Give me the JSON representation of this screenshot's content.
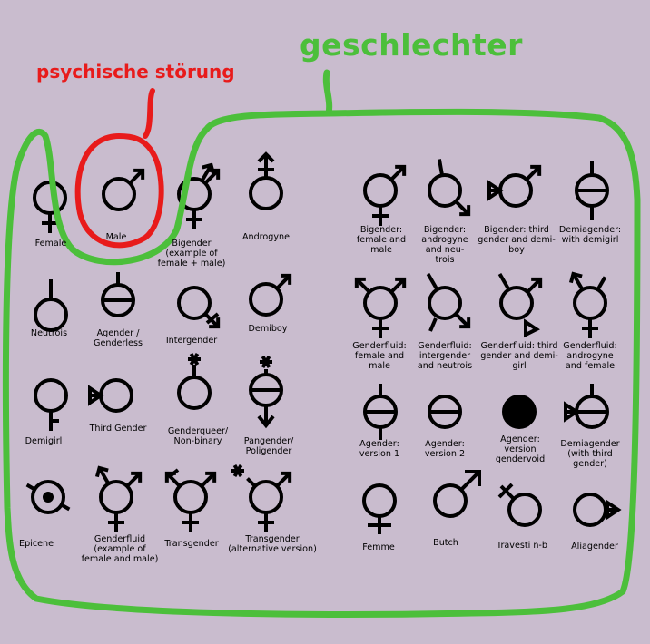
{
  "annotations": {
    "green_title": "geschlechter",
    "red_title": "psychische störung",
    "green_color": "#4cbf3b",
    "red_color": "#e81b1b"
  },
  "symbols": [
    {
      "id": "female",
      "label": "Female",
      "icon": "female-icon"
    },
    {
      "id": "male",
      "label": "Male",
      "icon": "male-icon"
    },
    {
      "id": "bigender-example",
      "label": "Bigender\n(example of\nfemale + male)",
      "icon": "bigender-icon"
    },
    {
      "id": "androgyne",
      "label": "Androgyne",
      "icon": "androgyne-icon"
    },
    {
      "id": "bigender-female-male",
      "label": "Bigender:\nfemale and\nmale",
      "icon": "bigender-female-male-icon"
    },
    {
      "id": "bigender-androgyne-neutrois",
      "label": "Bigender:\nandrogyne\nand neu-\ntrois",
      "icon": "bigender-androgyne-neutrois-icon"
    },
    {
      "id": "bigender-third-demiboy",
      "label": "Bigender: third\ngender and demi-\nboy",
      "icon": "bigender-third-demiboy-icon"
    },
    {
      "id": "demiagender-demigirl",
      "label": "Demiagender:\nwith demigirl",
      "icon": "demiagender-demigirl-icon"
    },
    {
      "id": "neutrois",
      "label": "Neutrois",
      "icon": "neutrois-icon"
    },
    {
      "id": "agender",
      "label": "Agender /\nGenderless",
      "icon": "agender-icon"
    },
    {
      "id": "intergender",
      "label": "Intergender",
      "icon": "intergender-icon"
    },
    {
      "id": "demiboy",
      "label": "Demiboy",
      "icon": "demiboy-icon"
    },
    {
      "id": "genderfluid-female-male",
      "label": "Genderfluid:\nfemale and\nmale",
      "icon": "genderfluid-female-male-icon"
    },
    {
      "id": "genderfluid-intergender-neutrois",
      "label": "Genderfluid:\nintergender\nand neutrois",
      "icon": "genderfluid-intergender-neutrois-icon"
    },
    {
      "id": "genderfluid-third-demigirl",
      "label": "Genderfluid: third\ngender and demi-\ngirl",
      "icon": "genderfluid-third-demigirl-icon"
    },
    {
      "id": "genderfluid-androgyne-female",
      "label": "Genderfluid:\nandrogyne\nand female",
      "icon": "genderfluid-androgyne-female-icon"
    },
    {
      "id": "demigirl",
      "label": "Demigirl",
      "icon": "demigirl-icon"
    },
    {
      "id": "third-gender",
      "label": "Third Gender",
      "icon": "third-gender-icon"
    },
    {
      "id": "genderqueer",
      "label": "Genderqueer/\nNon-binary",
      "icon": "genderqueer-icon"
    },
    {
      "id": "pangender",
      "label": "Pangender/\nPoligender",
      "icon": "pangender-icon"
    },
    {
      "id": "agender-v1",
      "label": "Agender:\nversion 1",
      "icon": "agender-v1-icon"
    },
    {
      "id": "agender-v2",
      "label": "Agender:\nversion 2",
      "icon": "agender-v2-icon"
    },
    {
      "id": "agender-gendervoid",
      "label": "Agender:\nversion\ngendervoid",
      "icon": "gendervoid-icon"
    },
    {
      "id": "demiagender-third",
      "label": "Demiagender\n(with third\ngender)",
      "icon": "demiagender-third-icon"
    },
    {
      "id": "epicene",
      "label": "Epicene",
      "icon": "epicene-icon"
    },
    {
      "id": "genderfluid-example",
      "label": "Genderfluid\n(example of\nfemale and male)",
      "icon": "genderfluid-example-icon"
    },
    {
      "id": "transgender",
      "label": "Transgender",
      "icon": "transgender-icon"
    },
    {
      "id": "transgender-alt",
      "label": "Transgender\n(alternative version)",
      "icon": "transgender-alt-icon"
    },
    {
      "id": "femme",
      "label": "Femme",
      "icon": "femme-icon"
    },
    {
      "id": "butch",
      "label": "Butch",
      "icon": "butch-icon"
    },
    {
      "id": "travesti",
      "label": "Travesti n-b",
      "icon": "travesti-icon"
    },
    {
      "id": "aliagender",
      "label": "Aliagender",
      "icon": "aliagender-icon"
    }
  ]
}
